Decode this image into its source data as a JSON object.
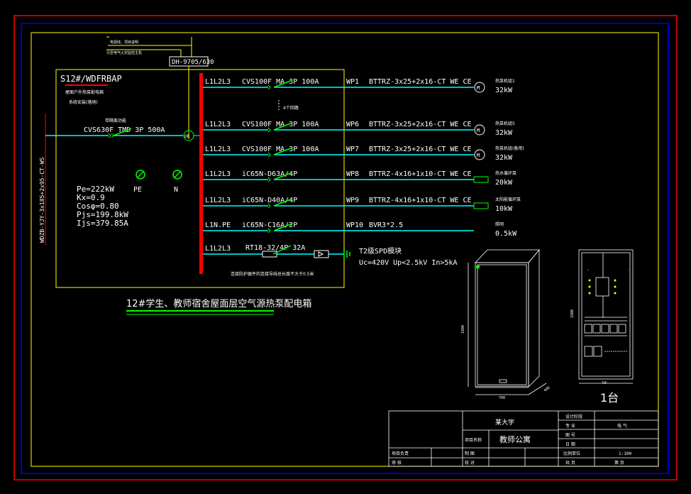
{
  "border_color_outer": "#ff0000",
  "border_color_inner": "#0000ff",
  "frame_color": "#ffff00",
  "bus_color": "#ff0000",
  "line_color": "#00ffff",
  "switch_color": "#00ff00",
  "feed": {
    "label": "DH-9705/630",
    "note1": "电源线、项目说明",
    "note2": "引至电气火灾监控主机"
  },
  "panel": {
    "name": "S12#/WDFRBAP",
    "note1": "屋面户外热泵配电箱",
    "note2": "系统安装(落地)",
    "incoming_breaker": "CVS630F TMD 3P 500A",
    "incoming_note": "带隔离功能",
    "incoming_meter": "OR",
    "incoming_cable": "WDZB-YJY-3x185+2x95-CT-WS",
    "pe_label": "PE",
    "n_label": "N",
    "params": [
      "Pe=222kW",
      "Kx=0.9",
      "Cosφ=0.80",
      "Pjs=199.8kW",
      "Ijs=379.85A"
    ]
  },
  "circuits": [
    {
      "phase": "L1L2L3",
      "breaker": "CVS100F MA 3P 100A",
      "wp": "WP1",
      "cable": "BTTRZ-3x25+2x16-CT WE CE",
      "load_name": "热泵机组1",
      "load": "32kW",
      "load_kind": "motor"
    },
    {
      "phase": "L1L2L3",
      "breaker": "CVS100F MA 3P 100A",
      "wp": "WP6",
      "cable": "BTTRZ-3x25+2x16-CT WE CE",
      "load_name": "热泵机组5",
      "load": "32kW",
      "load_kind": "motor"
    },
    {
      "phase": "L1L2L3",
      "breaker": "CVS100F MA 3P 100A",
      "wp": "WP7",
      "cable": "BTTRZ-3x25+2x16-CT WE CE",
      "load_name": "热泵机组(备用)",
      "load": "32kW",
      "load_kind": "motor"
    },
    {
      "phase": "L1L2L3",
      "breaker": "iC65N-D63A/4P",
      "wp": "WP8",
      "cable": "BTTRZ-4x16+1x10-CT WE CE",
      "load_name": "热水循环泵",
      "load": "20kW",
      "load_kind": "box"
    },
    {
      "phase": "L1L2L3",
      "breaker": "iC65N-D40A/4P",
      "wp": "WP9",
      "cable": "BTTRZ-4x16+1x10-CT WE CE",
      "load_name": "太阳能循环泵",
      "load": "10kW",
      "load_kind": "box"
    },
    {
      "phase": "L1N.PE",
      "breaker": "iC65N-C16A/2P",
      "wp": "WP10",
      "cable": "BVR3*2.5",
      "load_name": "照明",
      "load": "0.5kW",
      "load_kind": "none"
    },
    {
      "phase": "L1L2L3",
      "breaker": "RT18-32/4P 32A",
      "wp": "",
      "cable": "",
      "load_name": "",
      "load": "",
      "load_kind": "spd"
    }
  ],
  "repeat_note": "4个回路",
  "spd": {
    "title": "T2级SPD模块",
    "spec": "Uc=420V Up<2.5kV In>5kA",
    "note": "连接防护器件的连接导线总长度不大于0.5米"
  },
  "diagram_title": "12#学生、教师宿舍屋面层空气源热泵配电箱",
  "cabinet": {
    "height_label": "1800",
    "width_label": "700",
    "depth_label": "400",
    "front_height_label": "1800",
    "top_label": "TOP",
    "count_label": "1台"
  },
  "title_block": {
    "school": "某大学",
    "project_label": "项目名称",
    "project": "教师公寓",
    "design_stage_label": "设计阶段",
    "design_stage": "",
    "major_label": "专  业",
    "major": "电  气",
    "drawing_no_label": "图  号",
    "date_label": "日  期",
    "ratio_label": "比例单位",
    "ratio": "1:100",
    "rows_left": [
      "项目负责",
      "审  核"
    ],
    "rows_mid": [
      "制  图",
      "校  对"
    ],
    "total_label": "共    页",
    "page_label": "第    页"
  }
}
